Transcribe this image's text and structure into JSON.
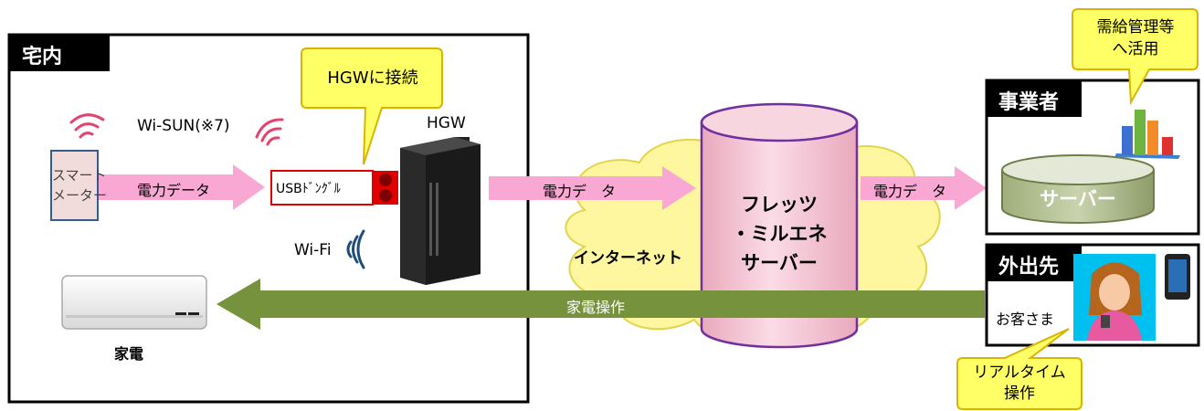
{
  "home": {
    "title": "宅内"
  },
  "callout_hgw": {
    "text": "HGWに接続"
  },
  "wisun_label": "Wi-SUN(※7)",
  "hgw_label": "HGW",
  "smart_meter": {
    "line1": "スマート",
    "line2": "メーター"
  },
  "arrow_power1": "電力データ",
  "usb_dongle": "USBﾄﾞﾝｸﾞﾙ",
  "arrow_power2": "電力デ　タ",
  "wifi_label": "Wi-Fi",
  "internet_label": "インターネット",
  "server": {
    "line1": "フレッツ",
    "line2": "・ミルエネ",
    "line3": "サーバー"
  },
  "arrow_power3": "電力デ　タ",
  "appliance_label": "家電",
  "arrow_control": "家電操作",
  "operator": {
    "title": "事業者",
    "server": "サーバー"
  },
  "callout_demand": {
    "line1": "需給管理等",
    "line2": "へ活用"
  },
  "outside": {
    "title": "外出先",
    "customer": "お客さま"
  },
  "callout_realtime": {
    "line1": "リアルタイム",
    "line2": "操作"
  },
  "colors": {
    "pink_arrow": "#f9a8d4",
    "green_arrow": "#76923c",
    "cloud": "#fff6a0",
    "cylinder": "#f7c8d4",
    "callout": "#ffff66",
    "meter_fill": "#f2dcdb",
    "dongle_border": "#e00000"
  }
}
